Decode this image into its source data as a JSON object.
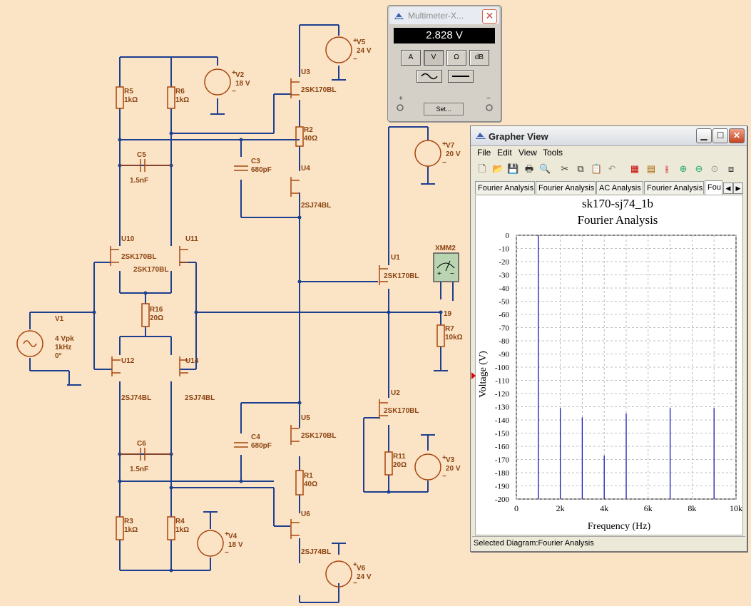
{
  "schematic": {
    "components": [
      {
        "id": "v5",
        "ref": "V5",
        "value": "24 V"
      },
      {
        "id": "v2",
        "ref": "V2",
        "value": "18 V"
      },
      {
        "id": "v7",
        "ref": "V7",
        "value": "20 V"
      },
      {
        "id": "v4",
        "ref": "V4",
        "value": "18 V"
      },
      {
        "id": "v6",
        "ref": "V6",
        "value": "24 V"
      },
      {
        "id": "v3",
        "ref": "V3",
        "value": "20 V"
      },
      {
        "id": "v1",
        "ref": "V1",
        "lines": [
          "4 Vpk",
          "1kHz",
          "0°"
        ]
      },
      {
        "id": "u3",
        "ref": "U3",
        "value": "2SK170BL"
      },
      {
        "id": "u4",
        "ref": "U4",
        "value": "2SJ74BL"
      },
      {
        "id": "u10",
        "ref": "U10",
        "value": "2SK170BL"
      },
      {
        "id": "u11",
        "ref": "U11",
        "value": "2SK170BL"
      },
      {
        "id": "u12",
        "ref": "U12",
        "value": "2SJ74BL"
      },
      {
        "id": "u14",
        "ref": "U14",
        "value": "2SJ74BL"
      },
      {
        "id": "u5",
        "ref": "U5",
        "value": "2SK170BL"
      },
      {
        "id": "u6",
        "ref": "U6",
        "value": "2SJ74BL"
      },
      {
        "id": "u1",
        "ref": "U1",
        "value": "2SK170BL"
      },
      {
        "id": "u2",
        "ref": "U2",
        "value": "2SK170BL"
      },
      {
        "id": "r5",
        "ref": "R5",
        "value": "1kΩ"
      },
      {
        "id": "r6",
        "ref": "R6",
        "value": "1kΩ"
      },
      {
        "id": "r2",
        "ref": "R2",
        "value": "40Ω"
      },
      {
        "id": "r16",
        "ref": "R16",
        "value": "20Ω"
      },
      {
        "id": "r1",
        "ref": "R1",
        "value": "40Ω"
      },
      {
        "id": "r3",
        "ref": "R3",
        "value": "1kΩ"
      },
      {
        "id": "r4",
        "ref": "R4",
        "value": "1kΩ"
      },
      {
        "id": "r7",
        "ref": "R7",
        "value": "10kΩ"
      },
      {
        "id": "r11",
        "ref": "R11",
        "value": "20Ω"
      },
      {
        "id": "c5",
        "ref": "C5",
        "value": "1.5nF"
      },
      {
        "id": "c3",
        "ref": "C3",
        "value": "680pF"
      },
      {
        "id": "c6",
        "ref": "C6",
        "value": "1.5nF"
      },
      {
        "id": "c4",
        "ref": "C4",
        "value": "680pF"
      }
    ],
    "node_label": "19",
    "xmm_label": "XMM2",
    "xmm_terminals": {
      "plus": "+",
      "minus": "−"
    }
  },
  "multimeter": {
    "title": "Multimeter-X...",
    "reading": "2.828 V",
    "modes": [
      "A",
      "V",
      "Ω",
      "dB"
    ],
    "active_mode": "V",
    "set_label": "Set...",
    "plus": "+",
    "minus": "−"
  },
  "grapher": {
    "title": "Grapher View",
    "menu": [
      "File",
      "Edit",
      "View",
      "Tools"
    ],
    "tabs": [
      "Fourier Analysis",
      "Fourier Analysis",
      "AC Analysis",
      "Fourier Analysis",
      "Fou"
    ],
    "active_tab_index": 4,
    "status": "Selected Diagram:Fourier Analysis"
  },
  "chart_data": {
    "type": "bar",
    "title": "sk170-sj74_1b",
    "subtitle": "Fourier Analysis",
    "xlabel": "Frequency (Hz)",
    "ylabel": "Voltage (V)",
    "xlim": [
      0,
      10000
    ],
    "ylim": [
      -200,
      0
    ],
    "xticks": [
      0,
      2000,
      4000,
      6000,
      8000,
      10000
    ],
    "xtick_labels": [
      "0",
      "2k",
      "4k",
      "6k",
      "8k",
      "10k"
    ],
    "yticks": [
      0,
      -10,
      -20,
      -30,
      -40,
      -50,
      -60,
      -70,
      -80,
      -90,
      -100,
      -110,
      -120,
      -130,
      -140,
      -150,
      -160,
      -170,
      -180,
      -190,
      -200
    ],
    "grid": true,
    "color": "#1a1ab0",
    "x": [
      1000,
      2000,
      3000,
      4000,
      5000,
      7000,
      9000
    ],
    "values": [
      0,
      -131,
      -138,
      -167,
      -135,
      -131,
      -131
    ]
  }
}
